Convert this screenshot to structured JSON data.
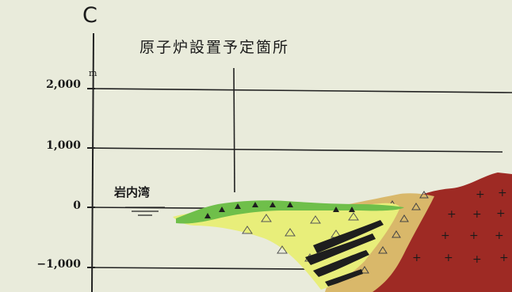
{
  "panel_letter": "C",
  "site_label": "原子炉設置予定箇所",
  "bay_label": "岩内湾",
  "axis": {
    "unit": "m",
    "ticks": [
      "2,000",
      "1,000",
      "0",
      "−1,000"
    ]
  },
  "colors": {
    "background": "#e9ebdb",
    "grid_line": "#222222",
    "surface_green": "#6fbf4a",
    "pale_yellow": "#e8ee7a",
    "ochre_sediment": "#d9b86a",
    "dark_layer": "#1e1e1e",
    "granite_red": "#9e2a24"
  }
}
